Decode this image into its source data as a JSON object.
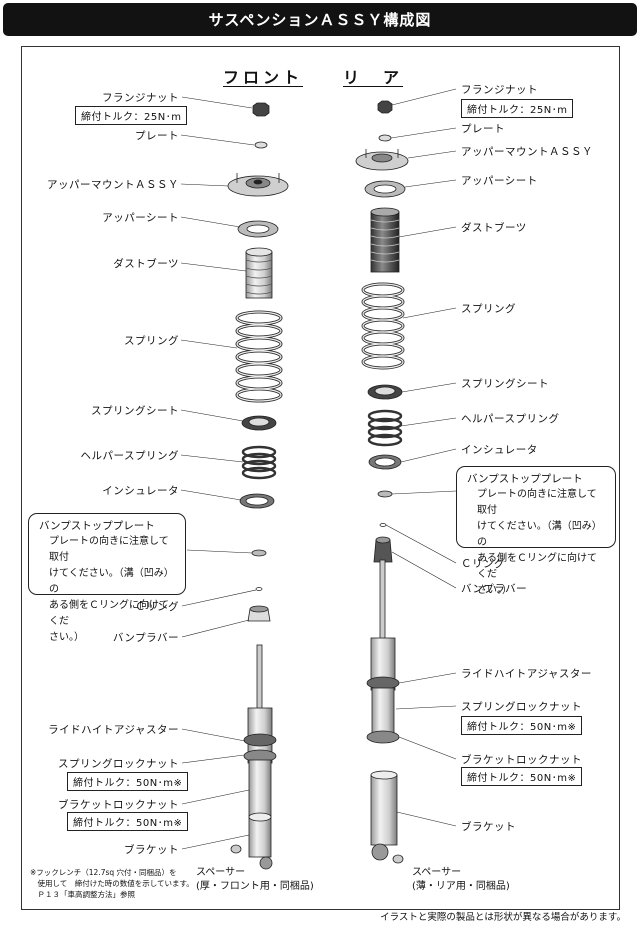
{
  "title": "サスペンションＡＳＳＹ構成図",
  "headings": {
    "front": "フロント",
    "rear": "リ　ア"
  },
  "front": {
    "flange_nut": "フランジナット",
    "flange_torque": "締付トルク：25N･m",
    "plate": "プレート",
    "upper_mount": "アッパーマウントＡＳＳＹ",
    "upper_seat": "アッパーシート",
    "dust_boot": "ダストブーツ",
    "spring": "スプリング",
    "spring_seat": "スプリングシート",
    "helper_spring": "ヘルパースプリング",
    "insulator": "インシュレータ",
    "bump_plate_title": "バンプストッププレート",
    "bump_plate_text": "プレートの向きに注意して取付\nけてください。（溝（凹み）の\nある側をＣリングに向けてくだ\nさい。）",
    "c_ring": "Ｃリング",
    "bump_rubber": "バンプラバー",
    "ride_height": "ライドハイトアジャスター",
    "spring_lock": "スプリングロックナット",
    "spring_lock_torque": "締付トルク：50N･m※",
    "bracket_lock": "ブラケットロックナット",
    "bracket_lock_torque": "締付トルク：50N･m※",
    "bracket": "ブラケット",
    "spacer": "スペーサー\n(厚・フロント用・同梱品)",
    "footnote": "※フックレンチ（12.7sq 穴付・同梱品）を\n　使用して　締付けた時の数値を示しています。\n　Ｐ１３「車高調整方法」参照"
  },
  "rear": {
    "flange_nut": "フランジナット",
    "flange_torque": "締付トルク：25N･m",
    "plate": "プレート",
    "upper_mount": "アッパーマウントＡＳＳＹ",
    "upper_seat": "アッパーシート",
    "dust_boot": "ダストブーツ",
    "spring": "スプリング",
    "spring_seat": "スプリングシート",
    "helper_spring": "ヘルパースプリング",
    "insulator": "インシュレータ",
    "bump_plate_title": "バンプストッププレート",
    "bump_plate_text": "プレートの向きに注意して取付\nけてください。（溝（凹み）の\nある側をＣリングに向けてくだ\nさい。）",
    "c_ring": "Ｃリング",
    "bump_rubber": "バンプラバー",
    "ride_height": "ライドハイトアジャスター",
    "spring_lock": "スプリングロックナット",
    "spring_lock_torque": "締付トルク：50N･m※",
    "bracket_lock": "ブラケットロックナット",
    "bracket_lock_torque": "締付トルク：50N･m※",
    "bracket": "ブラケット",
    "spacer": "スペーサー\n(薄・リア用・同梱品)"
  },
  "footer": "イラストと実際の製品とは形状が異なる場合があります。"
}
